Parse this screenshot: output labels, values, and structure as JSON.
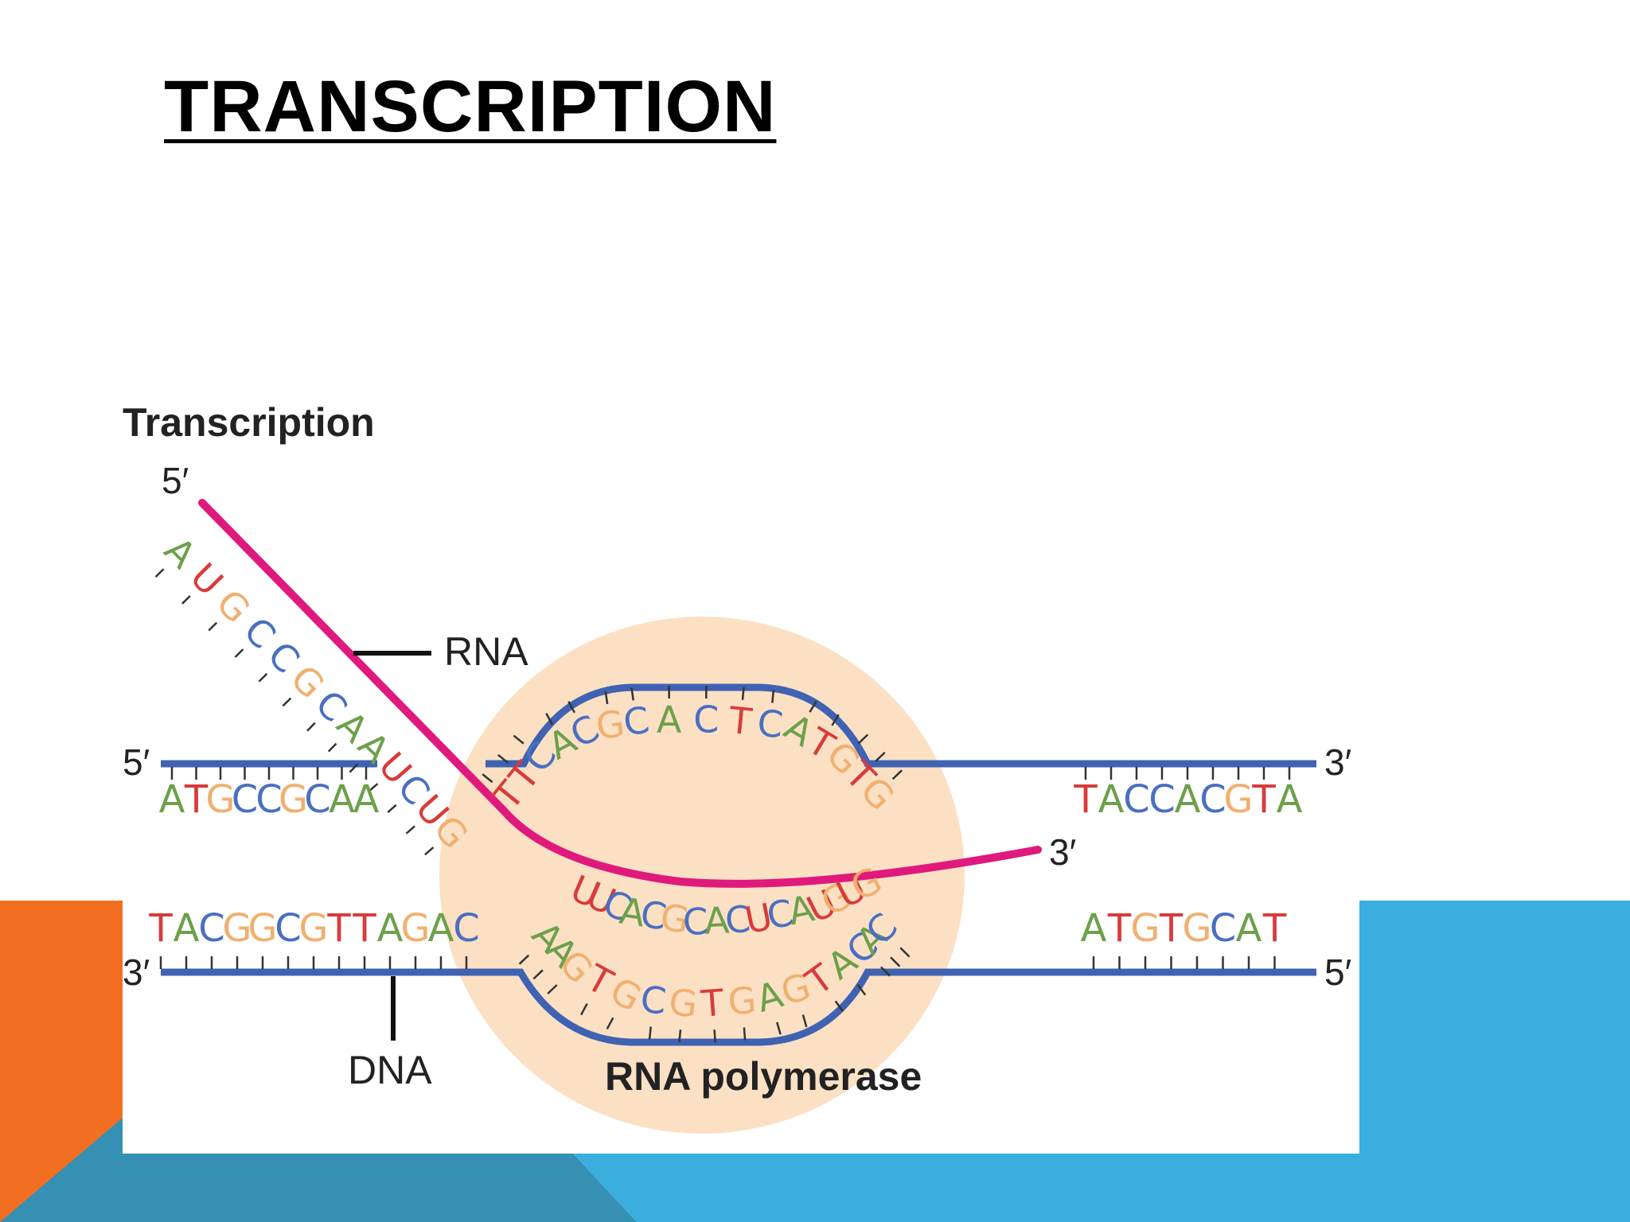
{
  "slide": {
    "title": "TRANSCRIPTION",
    "accent_orange": "#f26f21",
    "accent_blue": "#3aaedf",
    "accent_teal": "#3590b3"
  },
  "figure": {
    "heading": "Transcription",
    "colors": {
      "A": "#6da04b",
      "T": "#d83b3b",
      "G": "#f0b070",
      "C": "#4a6fc0",
      "U": "#d83b3b",
      "dna_backbone": "#3f62b2",
      "rna_backbone": "#e0197d",
      "polymerase": "#fbe0c4"
    },
    "labels": {
      "rna": "RNA",
      "dna": "DNA",
      "polymerase": "RNA polymerase",
      "coding_5prime": "5′",
      "coding_3prime": "3′",
      "template_3prime": "3′",
      "template_5prime": "5′",
      "rna_5prime": "5′",
      "rna_3prime": "3′"
    },
    "sequences": {
      "coding_left": "ATGCCGCAA",
      "coding_bubble": "TTCACGCACTCATGTG",
      "coding_right": "TACCACGTA",
      "template_left": "TACGGCGTTAGAC",
      "template_bubble": "AAGTGCGTGAGTACAC",
      "template_right": "ATGTGCAT",
      "rna_exit": "AUGCCGCAAUCUG",
      "rna_bubble": "UUCACGCACUCAUGUG"
    }
  }
}
